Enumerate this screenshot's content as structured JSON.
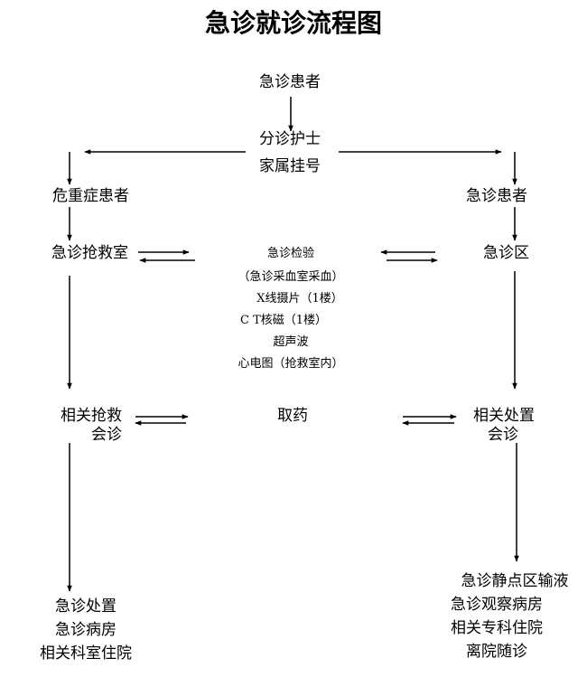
{
  "title": "急诊就诊流程图",
  "nodes": {
    "patient": "急诊患者",
    "triage_line1": "分诊护士",
    "triage_line2": "家属挂号",
    "critical_patient": "危重症患者",
    "emergency_patient": "急诊患者",
    "rescue_room": "急诊抢救室",
    "emergency_area": "急诊区",
    "exams": [
      "急诊检验",
      "（急诊采血室采血）",
      "X线摄片（1楼）",
      "C T核磁（1楼）",
      "超声波",
      "心电图（抢救室内）"
    ],
    "rescue_consult_line1": "相关抢救",
    "rescue_consult_line2": "会诊",
    "medicine": "取药",
    "treat_consult_line1": "相关处置",
    "treat_consult_line2": "会诊",
    "left_outcomes": [
      "急诊处置",
      "急诊病房",
      "相关科室住院"
    ],
    "right_outcomes": [
      "急诊静点区输液",
      "急诊观察病房",
      "相关专科住院",
      "离院随诊"
    ]
  }
}
